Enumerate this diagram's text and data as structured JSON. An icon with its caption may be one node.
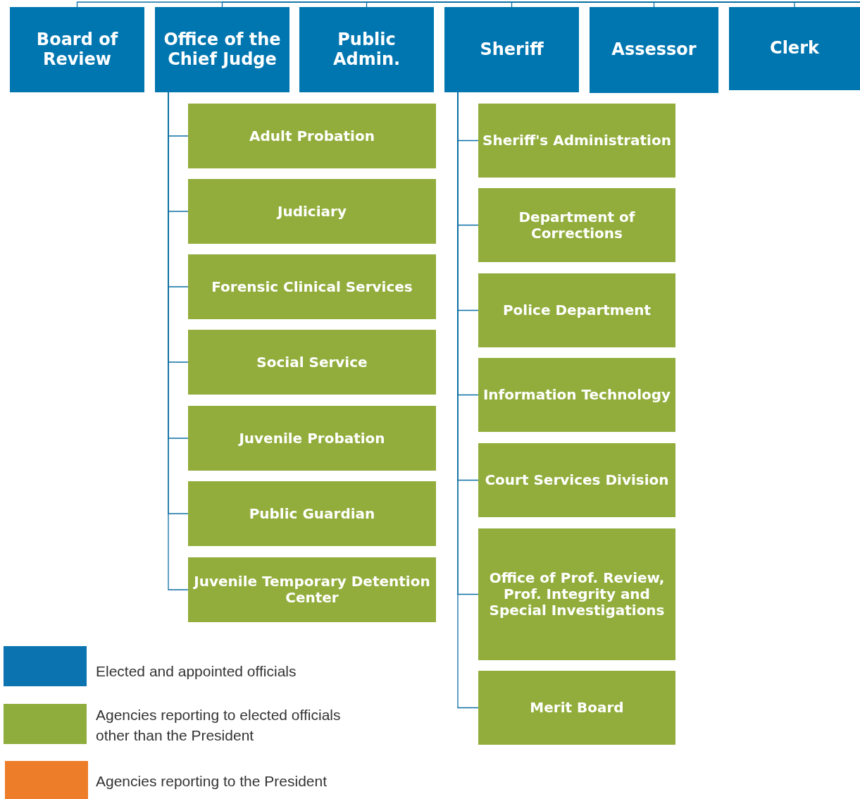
{
  "diagram": {
    "nodes": [
      {
        "text": [
          "Board of Review"
        ]
      },
      {
        "text": [
          "Office of the Chief Judge"
        ]
      },
      {
        "text": [
          "Public Admin."
        ]
      },
      {
        "text": [
          "Sheriff"
        ]
      },
      {
        "text": [
          "Assessor"
        ]
      },
      {
        "text": [
          "Clerk"
        ]
      },
      {
        "text": [
          "Adult Probation"
        ]
      },
      {
        "text": [
          "Judiciary"
        ]
      },
      {
        "text": [
          "Forensic Clinical Services"
        ]
      },
      {
        "text": [
          "Social Service"
        ]
      },
      {
        "text": [
          "Juvenile Probation"
        ]
      },
      {
        "text": [
          "Public Guardian"
        ]
      },
      {
        "text": [
          "Juvenile Temporary Detention Center"
        ]
      },
      {
        "text": [
          "Sheriff's Administration"
        ]
      },
      {
        "text": [
          "Department of Corrections"
        ]
      },
      {
        "text": [
          "Police Department"
        ]
      },
      {
        "text": [
          "Information Technology"
        ]
      },
      {
        "text": [
          "Court Services Division"
        ]
      },
      {
        "text": [
          "Office of Prof. Review, Prof. Integrity and Special Investigations"
        ]
      },
      {
        "text": [
          "Merit Board"
        ]
      }
    ],
    "edges": [
      {
        "from": null,
        "to": 0,
        "arrow": "none"
      },
      {
        "from": null,
        "to": 1,
        "arrow": "none"
      },
      {
        "from": null,
        "to": 2,
        "arrow": "none"
      },
      {
        "from": null,
        "to": 3,
        "arrow": "none"
      },
      {
        "from": null,
        "to": 4,
        "arrow": "none"
      },
      {
        "from": null,
        "to": 5,
        "arrow": "none"
      },
      {
        "from": 1,
        "to": 6,
        "arrow": "none"
      },
      {
        "from": 1,
        "to": 7,
        "arrow": "none"
      },
      {
        "from": 1,
        "to": 8,
        "arrow": "none"
      },
      {
        "from": 1,
        "to": 9,
        "arrow": "none"
      },
      {
        "from": 1,
        "to": 10,
        "arrow": "none"
      },
      {
        "from": 1,
        "to": 11,
        "arrow": "none"
      },
      {
        "from": 1,
        "to": 12,
        "arrow": "none"
      },
      {
        "from": 3,
        "to": 13,
        "arrow": "none"
      },
      {
        "from": 3,
        "to": 14,
        "arrow": "none"
      },
      {
        "from": 3,
        "to": 15,
        "arrow": "none"
      },
      {
        "from": 3,
        "to": 16,
        "arrow": "none"
      },
      {
        "from": 3,
        "to": 17,
        "arrow": "none"
      },
      {
        "from": 3,
        "to": 18,
        "arrow": "none"
      },
      {
        "from": 3,
        "to": 19,
        "arrow": "none"
      }
    ],
    "legend": [
      {
        "text": "Elected and appointed officials",
        "color": "#0a73b0"
      },
      {
        "text": "Agencies reporting to elected officials other than the President",
        "color": "#8fad3c"
      },
      {
        "text": "Agencies reporting to the President",
        "color": "#ee7d2a"
      }
    ]
  }
}
